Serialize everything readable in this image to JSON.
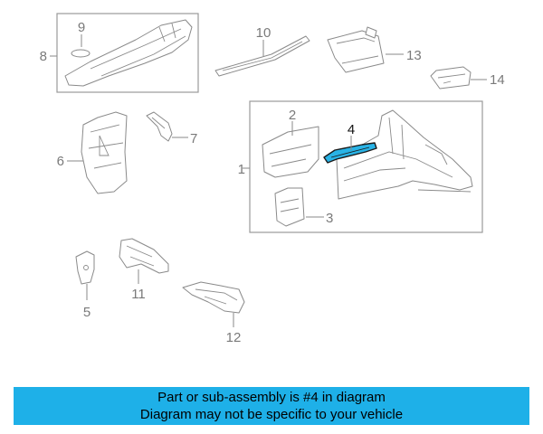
{
  "diagram": {
    "callouts": [
      {
        "id": "1",
        "label": "1"
      },
      {
        "id": "2",
        "label": "2"
      },
      {
        "id": "3",
        "label": "3"
      },
      {
        "id": "4",
        "label": "4",
        "highlighted": true
      },
      {
        "id": "5",
        "label": "5"
      },
      {
        "id": "6",
        "label": "6"
      },
      {
        "id": "7",
        "label": "7"
      },
      {
        "id": "8",
        "label": "8"
      },
      {
        "id": "9",
        "label": "9"
      },
      {
        "id": "10",
        "label": "10"
      },
      {
        "id": "11",
        "label": "11"
      },
      {
        "id": "12",
        "label": "12"
      },
      {
        "id": "13",
        "label": "13"
      },
      {
        "id": "14",
        "label": "14"
      }
    ],
    "colors": {
      "line": "#8a8a8a",
      "highlight_fill": "#29b3e6",
      "highlight_stroke": "#1a1a1a",
      "banner_bg": "#1eb0e8"
    }
  },
  "banner": {
    "line1": "Part or sub-assembly is #4 in diagram",
    "line2": "Diagram may not be specific to your vehicle"
  }
}
